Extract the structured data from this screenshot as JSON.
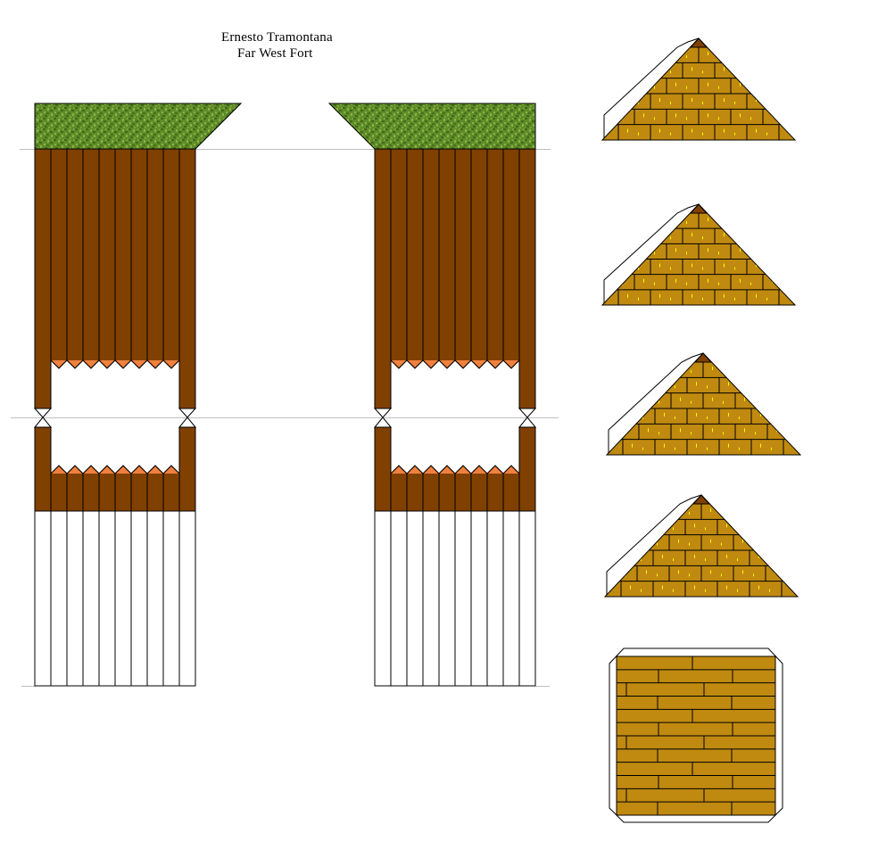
{
  "title": {
    "line1": "Ernesto Tramontana",
    "line2": "Far West Fort"
  },
  "colors": {
    "wood": "#804000",
    "grass_base": "#5e8c2a",
    "grass_dark": "#3f6a16",
    "grass_light": "#8fb040",
    "spike_tip": "#f08040",
    "roof_brick": "#c08a10",
    "roof_speck": "#ffff00",
    "roof_cap": "#804000",
    "floor_plank": "#c08a10",
    "guide_line": "#c0c0c0",
    "outline": "#000000"
  },
  "parts": {
    "wall_left": {
      "label": "palisade-wall-left",
      "slats": 10
    },
    "wall_right": {
      "label": "palisade-wall-right",
      "slats": 10
    },
    "roofs": [
      {
        "label": "roof-panel-1"
      },
      {
        "label": "roof-panel-2"
      },
      {
        "label": "roof-panel-3"
      },
      {
        "label": "roof-panel-4"
      }
    ],
    "floor": {
      "label": "floor-panel",
      "rows": 12
    }
  }
}
